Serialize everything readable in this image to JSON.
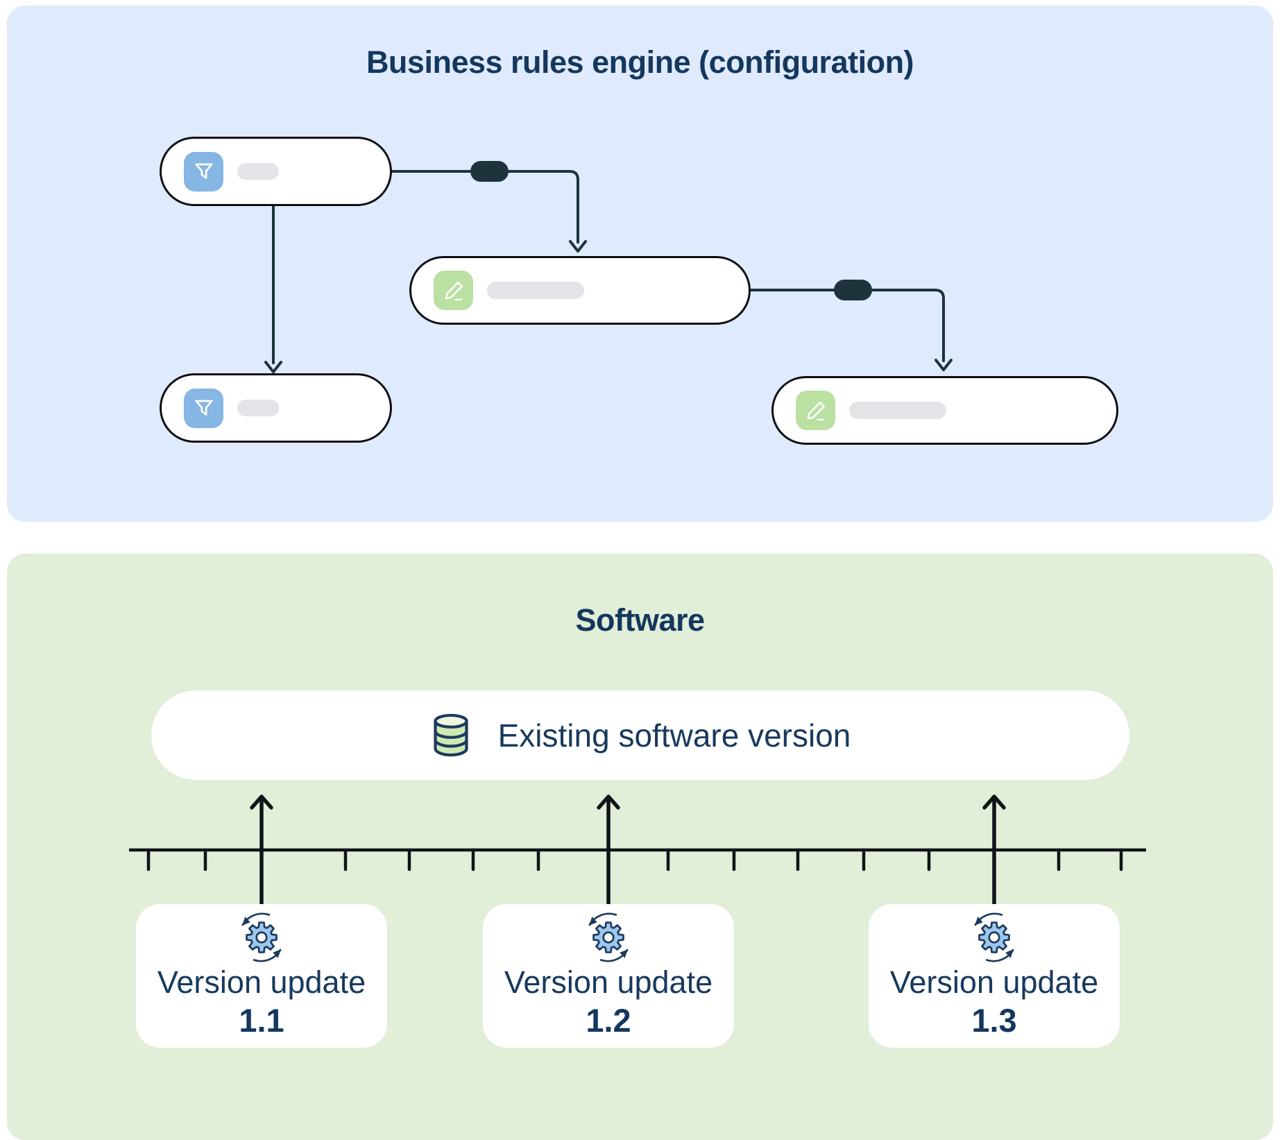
{
  "top_panel": {
    "title": "Business rules engine (configuration)",
    "nodes": [
      {
        "name": "filter-node-top",
        "icon": "filter-icon"
      },
      {
        "name": "edit-node-middle",
        "icon": "pencil-icon"
      },
      {
        "name": "filter-node-bottom",
        "icon": "filter-icon"
      },
      {
        "name": "edit-node-bottom",
        "icon": "pencil-icon"
      }
    ],
    "connector_icon": "dark-link-pill"
  },
  "bottom_panel": {
    "title": "Software",
    "existing_version": {
      "icon": "database-icon",
      "label": "Existing software version"
    },
    "cards": [
      {
        "icon": "gear-sync-icon",
        "label": "Version update",
        "version": "1.1"
      },
      {
        "icon": "gear-sync-icon",
        "label": "Version update",
        "version": "1.2"
      },
      {
        "icon": "gear-sync-icon",
        "label": "Version update",
        "version": "1.3"
      }
    ]
  },
  "colors": {
    "panel_blue_bg": "#dfeafc",
    "panel_green_bg": "#e1eed8",
    "title_navy": "#14375e",
    "text_navy": "#17395e",
    "node_border": "#0c0f12",
    "connector_dark": "#1e333b",
    "filter_icon_blue": "#86b6e3",
    "pencil_icon_green": "#bae0a2",
    "gear_fill_blue": "#9dc7ed",
    "database_fill_green": "#cfe9b4",
    "placeholder_gray": "#e3e4e7",
    "ruler_black": "#101418"
  }
}
